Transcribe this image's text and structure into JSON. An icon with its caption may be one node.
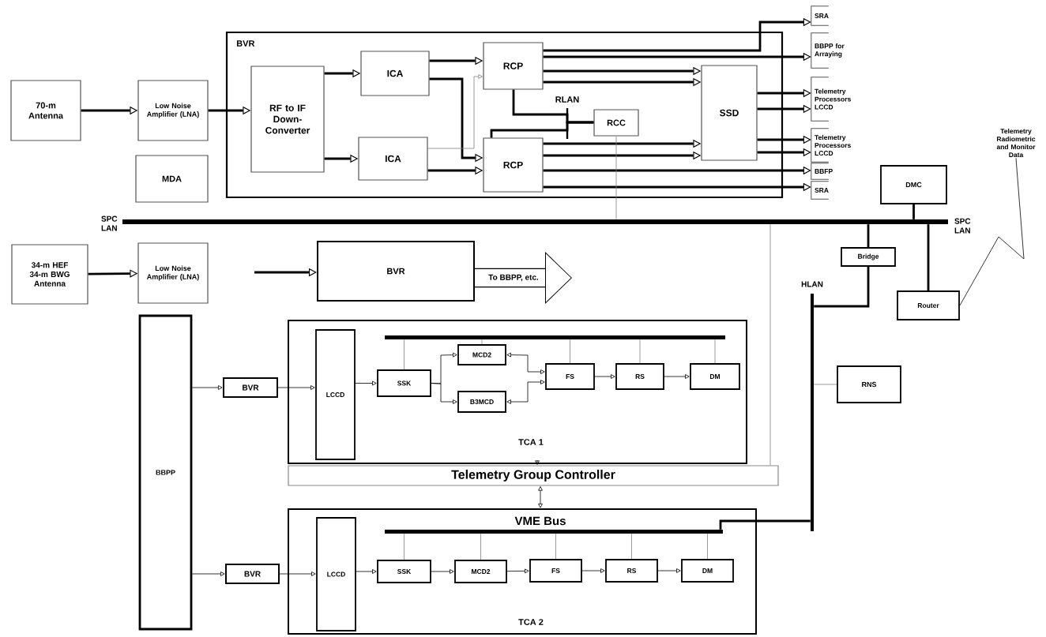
{
  "diagram": {
    "nodes": [
      {
        "text": [
          "70-m Antenna"
        ]
      },
      {
        "text": [
          "Low Noise Amplifier (LNA)"
        ]
      },
      {
        "text": [
          "MDA"
        ]
      },
      {
        "text": [
          "BVR"
        ]
      },
      {
        "text": [
          "RF to IF Down-Converter"
        ],
        "in": 3
      },
      {
        "text": [
          "ICA"
        ],
        "in": 3
      },
      {
        "text": [
          "ICA"
        ],
        "in": 3
      },
      {
        "text": [
          "RCP"
        ],
        "in": 3
      },
      {
        "text": [
          "RCC"
        ],
        "in": 3
      },
      {
        "text": [
          "RCP"
        ],
        "in": 3
      },
      {
        "text": [
          "SSD"
        ],
        "in": 3
      },
      {
        "text": [
          "SRA"
        ]
      },
      {
        "text": [
          "BBPP for Arraying"
        ]
      },
      {
        "text": [
          "Telemetry Processors LCCD"
        ]
      },
      {
        "text": [
          "Telemetry Processors LCCD"
        ]
      },
      {
        "text": [
          "BBFP"
        ]
      },
      {
        "text": [
          "SRA"
        ]
      },
      {
        "text": [
          "Telemetry Radiometric and Monitor Data"
        ]
      },
      {
        "text": [
          "DMC"
        ]
      },
      {
        "text": [],
        "shape": "bar",
        "beside": [
          "SPC LAN",
          "SPC LAN"
        ]
      },
      {
        "text": [
          "34-m HEF 34-m BWG Antenna"
        ]
      },
      {
        "text": [
          "Low Noise Amplifier (LNA)"
        ]
      },
      {
        "text": [
          "BVR"
        ]
      },
      {
        "text": [
          "Bridge"
        ]
      },
      {
        "text": [],
        "shape": "bar",
        "beside": [
          "HLAN"
        ]
      },
      {
        "text": [
          "Router"
        ]
      },
      {
        "text": [
          "BBPP"
        ]
      },
      {
        "text": [
          "BVR"
        ]
      },
      {
        "text": [
          "TCA 1"
        ]
      },
      {
        "text": [
          "LCCD"
        ],
        "in": 28
      },
      {
        "text": [],
        "shape": "bar",
        "in": 28
      },
      {
        "text": [
          "SSK"
        ],
        "in": 28
      },
      {
        "text": [
          "MCD2"
        ],
        "in": 28
      },
      {
        "text": [
          "B3MCD"
        ],
        "in": 28
      },
      {
        "text": [
          "FS"
        ],
        "in": 28
      },
      {
        "text": [
          "RS"
        ],
        "in": 28
      },
      {
        "text": [
          "DM"
        ],
        "in": 28
      },
      {
        "text": [
          "RNS"
        ]
      },
      {
        "text": [
          "Telemetry Group Controller"
        ]
      },
      {
        "text": [
          "BVR"
        ]
      },
      {
        "text": [
          "TCA 2"
        ]
      },
      {
        "text": [
          "LCCD"
        ],
        "in": 40
      },
      {
        "text": [],
        "shape": "bar",
        "beside": [
          "VME Bus"
        ],
        "in": 40
      },
      {
        "text": [
          "SSK"
        ],
        "in": 40
      },
      {
        "text": [
          "MCD2"
        ],
        "in": 40
      },
      {
        "text": [
          "FS"
        ],
        "in": 40
      },
      {
        "text": [
          "RS"
        ],
        "in": 40
      },
      {
        "text": [
          "DM"
        ],
        "in": 40
      }
    ],
    "edges": [
      {
        "from": 0,
        "to": 1,
        "arrow": "to",
        "style": "thick"
      },
      {
        "from": 1,
        "to": 4,
        "arrow": "to",
        "style": "thick"
      },
      {
        "from": 4,
        "to": 5,
        "arrow": "to",
        "style": "thick"
      },
      {
        "from": 4,
        "to": 6,
        "arrow": "to",
        "style": "thick"
      },
      {
        "from": 5,
        "to": 7,
        "arrow": "to",
        "style": "thick"
      },
      {
        "from": 5,
        "to": 9,
        "arrow": "to",
        "style": "thick"
      },
      {
        "from": 6,
        "to": 7,
        "arrow": "to",
        "color": "#808080"
      },
      {
        "from": 6,
        "to": 9,
        "arrow": "to",
        "style": "thick"
      },
      {
        "from": 7,
        "to": 8,
        "arrow": "none",
        "style": "thick"
      },
      {
        "from": 9,
        "to": 8,
        "arrow": "none",
        "style": "thick"
      },
      {
        "from": 7,
        "to": 11,
        "arrow": "to",
        "style": "thick"
      },
      {
        "from": 7,
        "to": 12,
        "arrow": "to",
        "style": "thick"
      },
      {
        "from": 7,
        "to": 10,
        "arrow": "to",
        "style": "thick"
      },
      {
        "from": 7,
        "to": 10,
        "arrow": "to",
        "style": "thick"
      },
      {
        "from": 9,
        "to": 10,
        "arrow": "to",
        "style": "thick"
      },
      {
        "from": 9,
        "to": 10,
        "arrow": "to",
        "style": "thick"
      },
      {
        "from": 10,
        "to": 13,
        "arrow": "to",
        "style": "thick"
      },
      {
        "from": 10,
        "to": 13,
        "arrow": "to",
        "style": "thick"
      },
      {
        "from": 10,
        "to": 14,
        "arrow": "to",
        "style": "thick"
      },
      {
        "from": 10,
        "to": 14,
        "arrow": "to",
        "style": "thick"
      },
      {
        "from": 9,
        "to": 15,
        "arrow": "to",
        "style": "thick"
      },
      {
        "from": 9,
        "to": 16,
        "arrow": "to",
        "style": "thick"
      },
      {
        "from": 8,
        "to": 19,
        "arrow": "none",
        "color": "#808080"
      },
      {
        "from": 18,
        "to": 19,
        "arrow": "none",
        "style": "thick"
      },
      {
        "from": 19,
        "to": 23,
        "arrow": "none",
        "style": "thick"
      },
      {
        "from": 19,
        "to": 25,
        "arrow": "none",
        "style": "thick"
      },
      {
        "from": 23,
        "to": 24,
        "arrow": "none",
        "style": "thick"
      },
      {
        "from": 25,
        "to": 17,
        "arrow": "none"
      },
      {
        "from": 19,
        "to": 38,
        "arrow": "none",
        "color": "#808080"
      },
      {
        "from": 20,
        "to": 21,
        "arrow": "to",
        "style": "thick"
      },
      {
        "from": null,
        "to": 22,
        "arrow": "to",
        "style": "thick"
      },
      {
        "from": 22,
        "to": null,
        "arrow": "to",
        "style": "thick",
        "label": "To BBPP, etc."
      },
      {
        "from": 26,
        "to": 27,
        "arrow": "to"
      },
      {
        "from": 27,
        "to": 29,
        "arrow": "to"
      },
      {
        "from": 29,
        "to": 31,
        "arrow": "to"
      },
      {
        "from": 31,
        "to": 32,
        "arrow": "to"
      },
      {
        "from": 31,
        "to": 33,
        "arrow": "to"
      },
      {
        "from": 32,
        "to": 34,
        "arrow": "both"
      },
      {
        "from": 33,
        "to": 34,
        "arrow": "both"
      },
      {
        "from": 34,
        "to": 35,
        "arrow": "to"
      },
      {
        "from": 35,
        "to": 36,
        "arrow": "to"
      },
      {
        "from": 30,
        "to": 31,
        "arrow": "none",
        "color": "#808080"
      },
      {
        "from": 30,
        "to": 32,
        "arrow": "none",
        "color": "#808080"
      },
      {
        "from": 30,
        "to": 34,
        "arrow": "none",
        "color": "#808080"
      },
      {
        "from": 30,
        "to": 35,
        "arrow": "none",
        "color": "#808080"
      },
      {
        "from": 30,
        "to": 36,
        "arrow": "none",
        "color": "#808080"
      },
      {
        "from": 28,
        "to": 38,
        "arrow": "to"
      },
      {
        "from": 38,
        "to": 40,
        "arrow": "both"
      },
      {
        "from": 24,
        "to": 37,
        "arrow": "none",
        "color": "#808080"
      },
      {
        "from": 24,
        "to": 42,
        "arrow": "none",
        "style": "thick"
      },
      {
        "from": 26,
        "to": 39,
        "arrow": "to"
      },
      {
        "from": 39,
        "to": 41,
        "arrow": "to"
      },
      {
        "from": 41,
        "to": 43,
        "arrow": "to"
      },
      {
        "from": 43,
        "to": 44,
        "arrow": "to"
      },
      {
        "from": 44,
        "to": 45,
        "arrow": "to"
      },
      {
        "from": 45,
        "to": 46,
        "arrow": "to"
      },
      {
        "from": 46,
        "to": 47,
        "arrow": "to"
      },
      {
        "from": 42,
        "to": 43,
        "arrow": "none",
        "color": "#808080"
      },
      {
        "from": 42,
        "to": 44,
        "arrow": "none",
        "color": "#808080"
      },
      {
        "from": 42,
        "to": 45,
        "arrow": "none",
        "color": "#808080"
      },
      {
        "from": 42,
        "to": 46,
        "arrow": "none",
        "color": "#808080"
      },
      {
        "from": 42,
        "to": 47,
        "arrow": "none",
        "color": "#808080"
      }
    ],
    "labels": [
      "RLAN"
    ]
  }
}
